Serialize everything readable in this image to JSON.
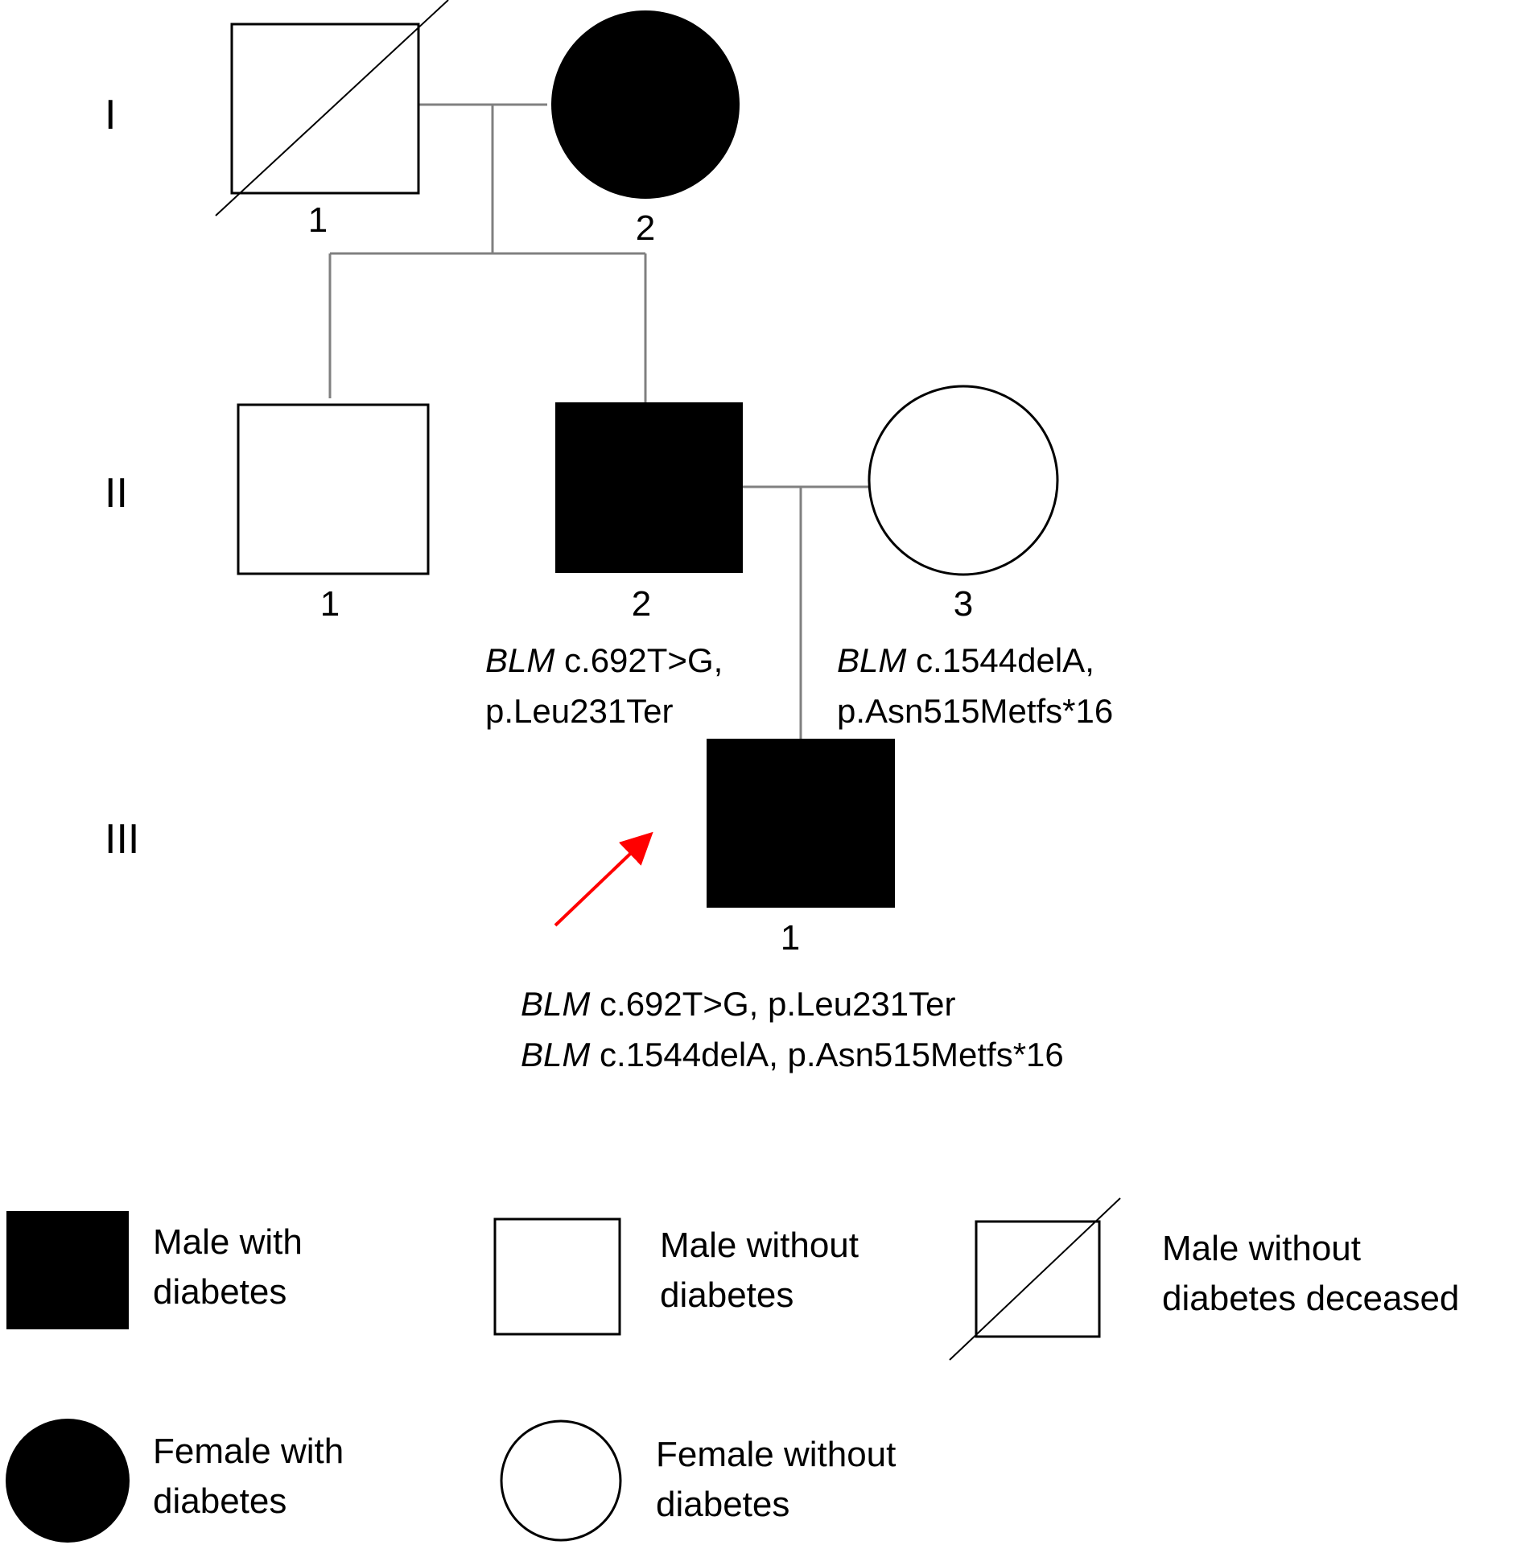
{
  "generations": [
    {
      "roman": "I"
    },
    {
      "roman": "II"
    },
    {
      "roman": "III"
    }
  ],
  "individuals": [
    {
      "id": "I-1",
      "number": "1",
      "sex": "male",
      "affected": false,
      "deceased": true
    },
    {
      "id": "I-2",
      "number": "2",
      "sex": "female",
      "affected": true,
      "deceased": false
    },
    {
      "id": "II-1",
      "number": "1",
      "sex": "male",
      "affected": false,
      "deceased": false
    },
    {
      "id": "II-2",
      "number": "2",
      "sex": "male",
      "affected": true,
      "deceased": false,
      "variants": [
        {
          "gene": "BLM",
          "rest": " c.692T>G,"
        },
        {
          "gene": "",
          "rest": "p.Leu231Ter"
        }
      ]
    },
    {
      "id": "II-3",
      "number": "3",
      "sex": "female",
      "affected": false,
      "deceased": false,
      "variants": [
        {
          "gene": "BLM",
          "rest": " c.1544delA,"
        },
        {
          "gene": "",
          "rest": "p.Asn515Metfs*16"
        }
      ]
    },
    {
      "id": "III-1",
      "number": "1",
      "sex": "male",
      "affected": true,
      "deceased": false,
      "proband": true,
      "variants": [
        {
          "gene": "BLM",
          "rest": " c.692T>G, p.Leu231Ter"
        },
        {
          "gene": "BLM",
          "rest": " c.1544delA, p.Asn515Metfs*16"
        }
      ]
    }
  ],
  "legend": [
    {
      "symbol": "male-affected",
      "line1": "Male with",
      "line2": "diabetes"
    },
    {
      "symbol": "male-unaffected",
      "line1": "Male without",
      "line2": "diabetes"
    },
    {
      "symbol": "male-unaffected-deceased",
      "line1": "Male without",
      "line2": "diabetes deceased"
    },
    {
      "symbol": "female-affected",
      "line1": "Female with",
      "line2": "diabetes"
    },
    {
      "symbol": "female-unaffected",
      "line1": "Female without",
      "line2": "diabetes"
    }
  ],
  "colors": {
    "ink": "#000000",
    "connector": "#808080",
    "proband_arrow": "#ff0000",
    "background": "#ffffff"
  }
}
